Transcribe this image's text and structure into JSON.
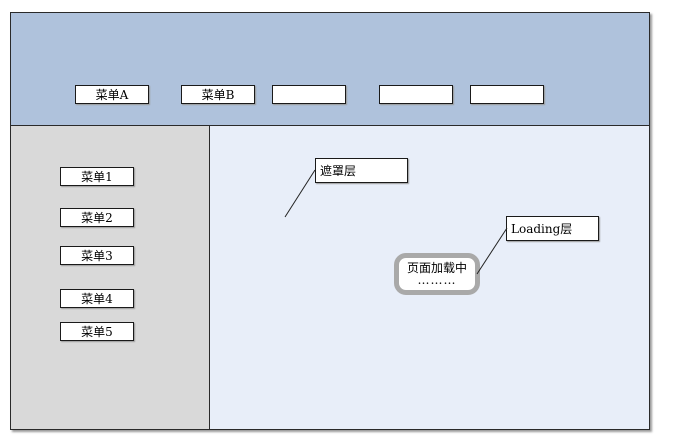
{
  "header": {
    "menus": [
      "菜单A",
      "菜单B",
      "",
      "",
      ""
    ]
  },
  "sidebar": {
    "menus": [
      "菜单1",
      "菜单2",
      "菜单3",
      "菜单4",
      "菜单5"
    ]
  },
  "callouts": {
    "mask_layer": "遮罩层",
    "loading_layer": "Loading层"
  },
  "loading": {
    "text": "页面加载中",
    "dots": "………"
  },
  "colors": {
    "header_bg": "#afc2dc",
    "sidebar_bg": "#d9d9d9",
    "content_bg": "#e8eef9",
    "loading_border": "#a9a9a9"
  }
}
